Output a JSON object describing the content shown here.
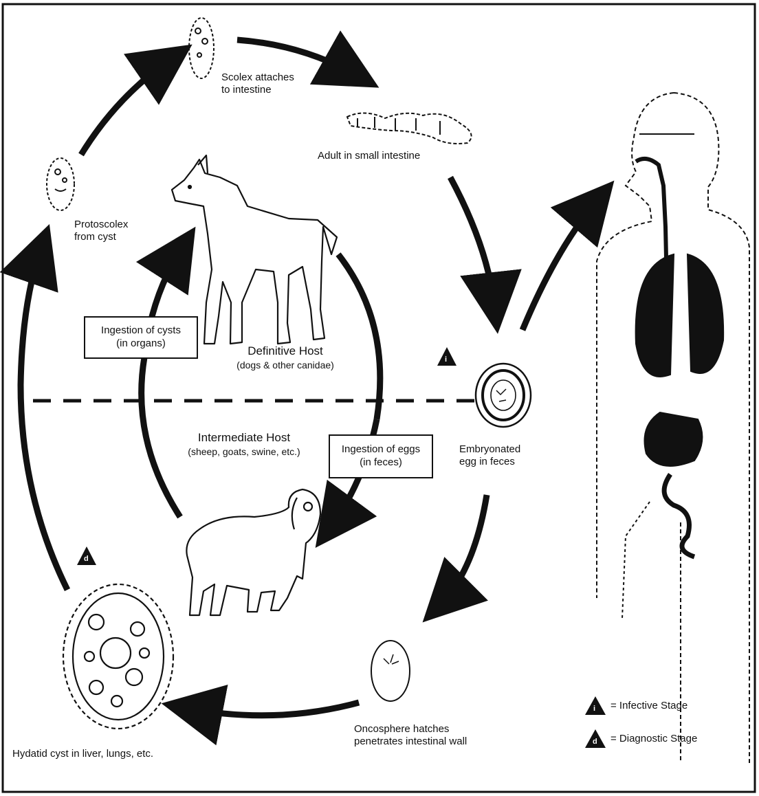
{
  "labels": {
    "scolex": "Scolex attaches\nto intestine",
    "adult": "Adult in small intestine",
    "protoscolex": "Protoscolex\nfrom cyst",
    "embryonated": "Embryonated\negg in feces",
    "oncosphere": "Oncosphere hatches\npenetrates intestinal wall",
    "hydatid": "Hydatid cyst in liver, lungs, etc."
  },
  "boxes": {
    "cysts": "Ingestion of cysts\n(in organs)",
    "eggs": "Ingestion of eggs\n(in feces)"
  },
  "hosts": {
    "definitive_title": "Definitive Host",
    "definitive_sub": "(dogs & other canidae)",
    "intermediate_title": "Intermediate Host",
    "intermediate_sub": "(sheep, goats, swine, etc.)"
  },
  "markers": {
    "infective_letter": "i",
    "diagnostic_letter": "d"
  },
  "legend": {
    "infective": "= Infective Stage",
    "diagnostic": "= Diagnostic Stage"
  },
  "colors": {
    "ink": "#111111",
    "paper": "#ffffff"
  }
}
